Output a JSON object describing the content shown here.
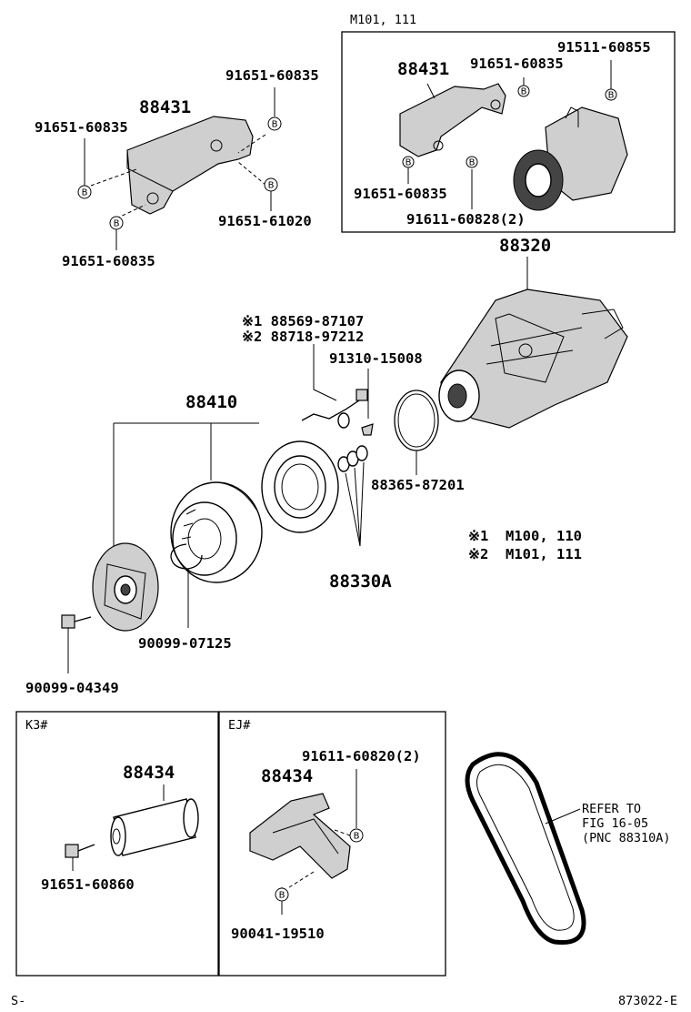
{
  "box_m101": {
    "title": "M101, 111",
    "labels": [
      "88431",
      "91651-60835",
      "91511-60855",
      "91651-60835",
      "91611-60828(2)"
    ]
  },
  "upper_left": {
    "labels": [
      "91651-60835",
      "88431",
      "91651-60835",
      "91651-61020",
      "91651-60835"
    ]
  },
  "main": {
    "compressor": "88320",
    "kit_note1": "※1 88569-87107",
    "kit_note2": "※2 88718-97212",
    "valve": "91310-15008",
    "oring": "88365-87201",
    "clutch": "88410",
    "shims": "88330A",
    "snap_ring": "90099-07125",
    "bolt": "90099-04349",
    "legend1_mark": "※1",
    "legend1_text": "M100, 110",
    "legend2_mark": "※2",
    "legend2_text": "M101, 111"
  },
  "box_k3": {
    "title": "K3#",
    "part": "88434",
    "bolt": "91651-60860"
  },
  "box_ej": {
    "title": "EJ#",
    "part": "88434",
    "bolt1": "91611-60820(2)",
    "bolt2": "90041-19510"
  },
  "belt": {
    "ref1": "REFER TO",
    "ref2": "FIG 16-05",
    "ref3": "(PNC 88310A)"
  },
  "footer": {
    "left": "S-",
    "right": "873022-E"
  },
  "bolt_marker": "B"
}
